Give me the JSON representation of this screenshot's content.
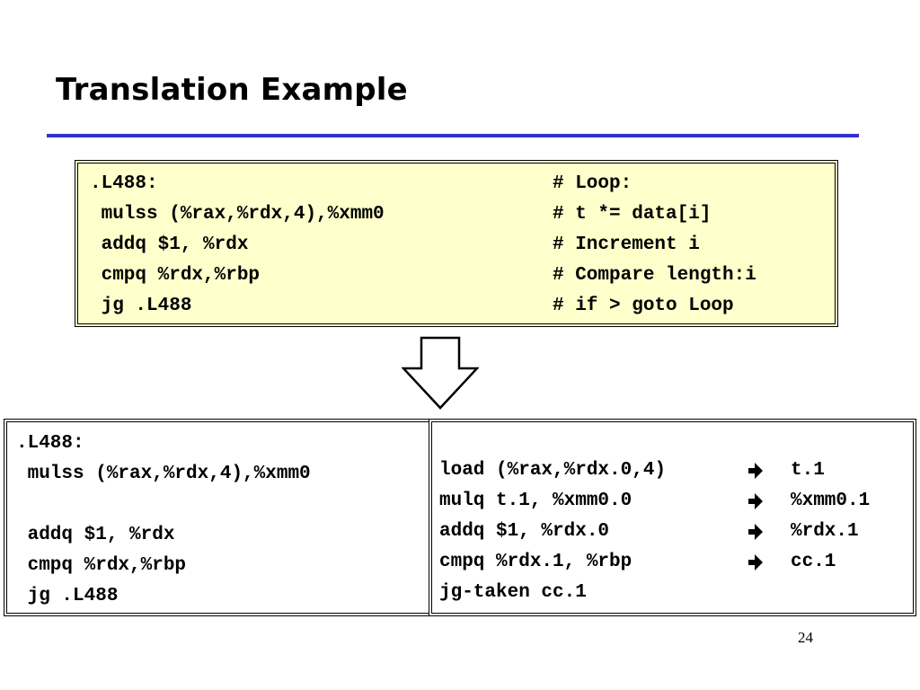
{
  "title": "Translation Example",
  "top_box": {
    "lines": [
      {
        "code": ".L488:",
        "comment": "# Loop:"
      },
      {
        "code": " mulss (%rax,%rdx,4),%xmm0",
        "comment": "# t *= data[i]"
      },
      {
        "code": " addq $1, %rdx",
        "comment": "# Increment i"
      },
      {
        "code": " cmpq %rdx,%rbp",
        "comment": "# Compare length:i"
      },
      {
        "code": " jg .L488",
        "comment": "# if > goto Loop"
      }
    ]
  },
  "bottom_left": {
    "lines": [
      ".L488:",
      " mulss (%rax,%rdx,4),%xmm0",
      "",
      " addq $1, %rdx",
      " cmpq %rdx,%rbp",
      " jg .L488"
    ]
  },
  "bottom_right": {
    "ops": [
      {
        "op": "load (%rax,%rdx.0,4)",
        "result": "t.1"
      },
      {
        "op": "mulq t.1, %xmm0.0",
        "result": "%xmm0.1"
      },
      {
        "op": "addq $1, %rdx.0",
        "result": "%rdx.1"
      },
      {
        "op": "cmpq %rdx.1, %rbp",
        "result": "cc.1"
      },
      {
        "op": "jg-taken cc.1",
        "result": ""
      }
    ],
    "arrow_icon": "right-arrow-icon"
  },
  "page_number": "24",
  "colors": {
    "title_rule": "#3333cc",
    "top_box_bg": "#ffffcc"
  }
}
